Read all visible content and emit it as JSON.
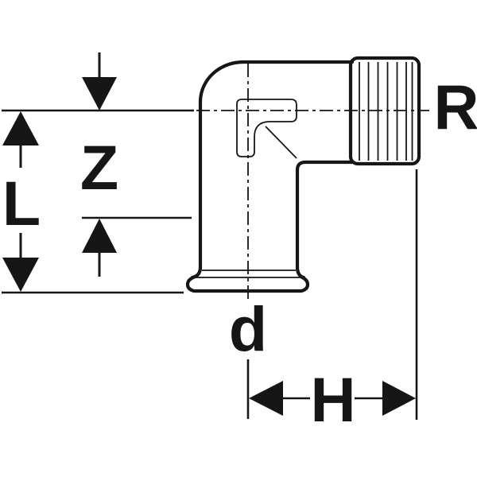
{
  "diagram": {
    "type": "technical-dimension-drawing",
    "subject": "90-degree elbow pipe fitting with external thread end (right) and press-fit socket with bead (bottom)",
    "background_color": "#ffffff",
    "line_color": "#161616",
    "labels": {
      "thread": "R",
      "z_dim": "Z",
      "length": "L",
      "diameter": "d",
      "height": "H"
    }
  }
}
